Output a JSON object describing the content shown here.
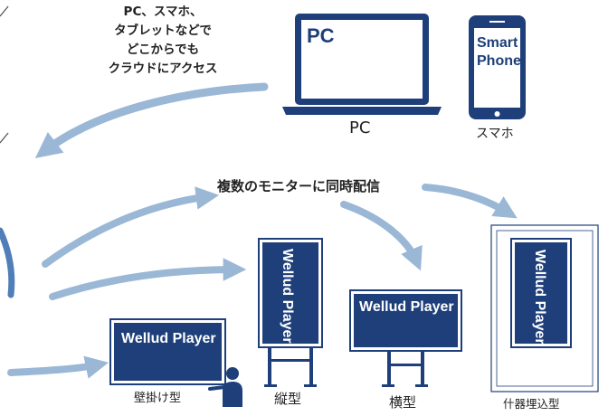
{
  "cloud_caption": [
    "PC、スマホ、",
    "タブレットなどで",
    "どこからでも",
    "クラウドにアクセス"
  ],
  "devices": {
    "pc": {
      "screen_text": "PC",
      "caption": "PC"
    },
    "phone": {
      "screen_text_1": "Smart",
      "screen_text_2": "Phone",
      "caption": "スマホ"
    }
  },
  "center_label": "複数のモニターに同時配信",
  "displays": {
    "wall": {
      "screen_text": "Wellud Player",
      "caption": "壁掛け型"
    },
    "vertical": {
      "screen_text": "Wellud Player",
      "caption": "縦型"
    },
    "horizontal": {
      "screen_text": "Wellud Player",
      "caption": "横型"
    },
    "builtin": {
      "screen_text": "Wellud Player",
      "caption": "什器埋込型"
    }
  },
  "colors": {
    "navy": "#1e3f7a",
    "arrow": "#9ab7d6",
    "arc": "#4f7eb8"
  }
}
